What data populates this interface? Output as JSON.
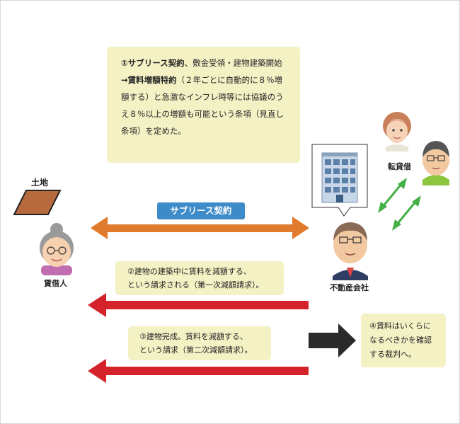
{
  "note1": {
    "line1_bold": "①サブリース契約",
    "line1_rest": "、敷金受領・建物建築開始",
    "line2_bold": "→賃料増額特約",
    "line2_rest": "（２年ごとに自動的に８％増",
    "line3": "額する）と急激なインフレ時等には協議のう",
    "line4": "え８％以上の増額も可能という条項（見直し",
    "line5": "条項）を定めた。"
  },
  "land_label": "土地",
  "lessor_label": "賃借人",
  "company_label": "不動産会社",
  "sublessee_label": "転貸借",
  "sublease_badge": "サブリース契約",
  "note2": {
    "line1": "②建物の建築中に賃料を減額する、",
    "line2": "という請求される（第一次減額請求）。"
  },
  "note3": {
    "line1": "③建物完成。賃料を減額する、",
    "line2": "という請求（第二次減額請求）。"
  },
  "note4": {
    "line1": "④賃料はいくらに",
    "line2": "なるべきかを確認",
    "line3": "する裁判へ。"
  },
  "colors": {
    "note_bg": "#f4f1c5",
    "orange_arrow": "#e07a2c",
    "red_arrow": "#d4232a",
    "green_arrow": "#45b045",
    "badge": "#3d8bc9",
    "black_arrow": "#2a2a2a"
  }
}
